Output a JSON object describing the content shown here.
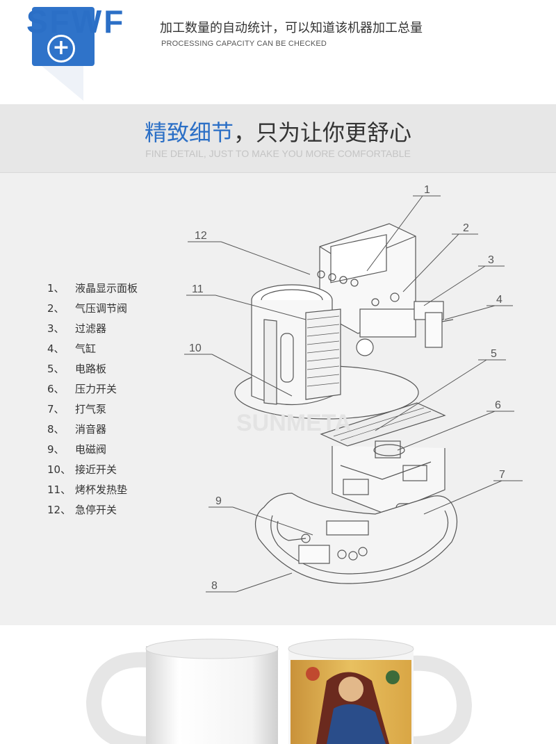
{
  "header": {
    "logo_text": "SFWF",
    "logo_icon": "plus-icon",
    "line_cn": "加工数量的自动统计，可以知道该机器加工总量",
    "line_en": "PROCESSING CAPACITY CAN BE CHECKED"
  },
  "section": {
    "title_blue": "精致细节",
    "title_rest": "，只为让你更舒心",
    "subtitle": "FINE DETAIL, JUST TO MAKE YOU MORE COMFORTABLE"
  },
  "parts": [
    {
      "no": "1、",
      "name": "液晶显示面板"
    },
    {
      "no": "2、",
      "name": "气压调节阀"
    },
    {
      "no": "3、",
      "name": "过滤器"
    },
    {
      "no": "4、",
      "name": "气缸"
    },
    {
      "no": "5、",
      "name": "电路板"
    },
    {
      "no": "6、",
      "name": "压力开关"
    },
    {
      "no": "7、",
      "name": "打气泵"
    },
    {
      "no": "8、",
      "name": "消音器"
    },
    {
      "no": "9、",
      "name": "电磁阀"
    },
    {
      "no": "10、",
      "name": "接近开关"
    },
    {
      "no": "11、",
      "name": "烤杯发热垫"
    },
    {
      "no": "12、",
      "name": "急停开关"
    }
  ],
  "callouts": [
    "1",
    "2",
    "3",
    "4",
    "5",
    "6",
    "7",
    "8",
    "9",
    "10",
    "11",
    "12"
  ],
  "colors": {
    "accent": "#2b6fc6",
    "text": "#333333",
    "band": "#e7e7e7",
    "panel": "#f0f0f0"
  }
}
